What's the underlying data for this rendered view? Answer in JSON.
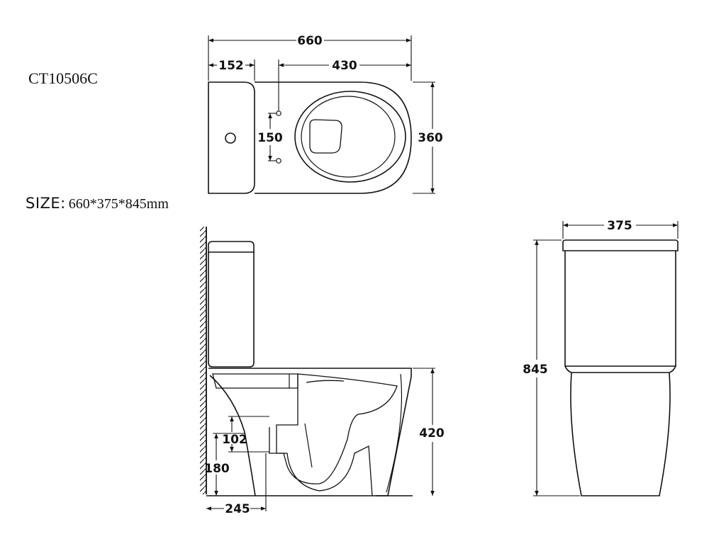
{
  "model_code": "CT10506C",
  "size": {
    "label": "SIZE:",
    "value": "660*375*845mm"
  },
  "top_view": {
    "overall_length": "660",
    "tank_depth": "152",
    "fixing_to_front": "430",
    "fixing_spacing": "150",
    "overall_width": "360"
  },
  "side_view": {
    "seat_height": "420",
    "outlet_height": "102",
    "outlet_center_height": "180",
    "outlet_to_wall": "245"
  },
  "front_view": {
    "tank_width": "375",
    "overall_height": "845"
  }
}
